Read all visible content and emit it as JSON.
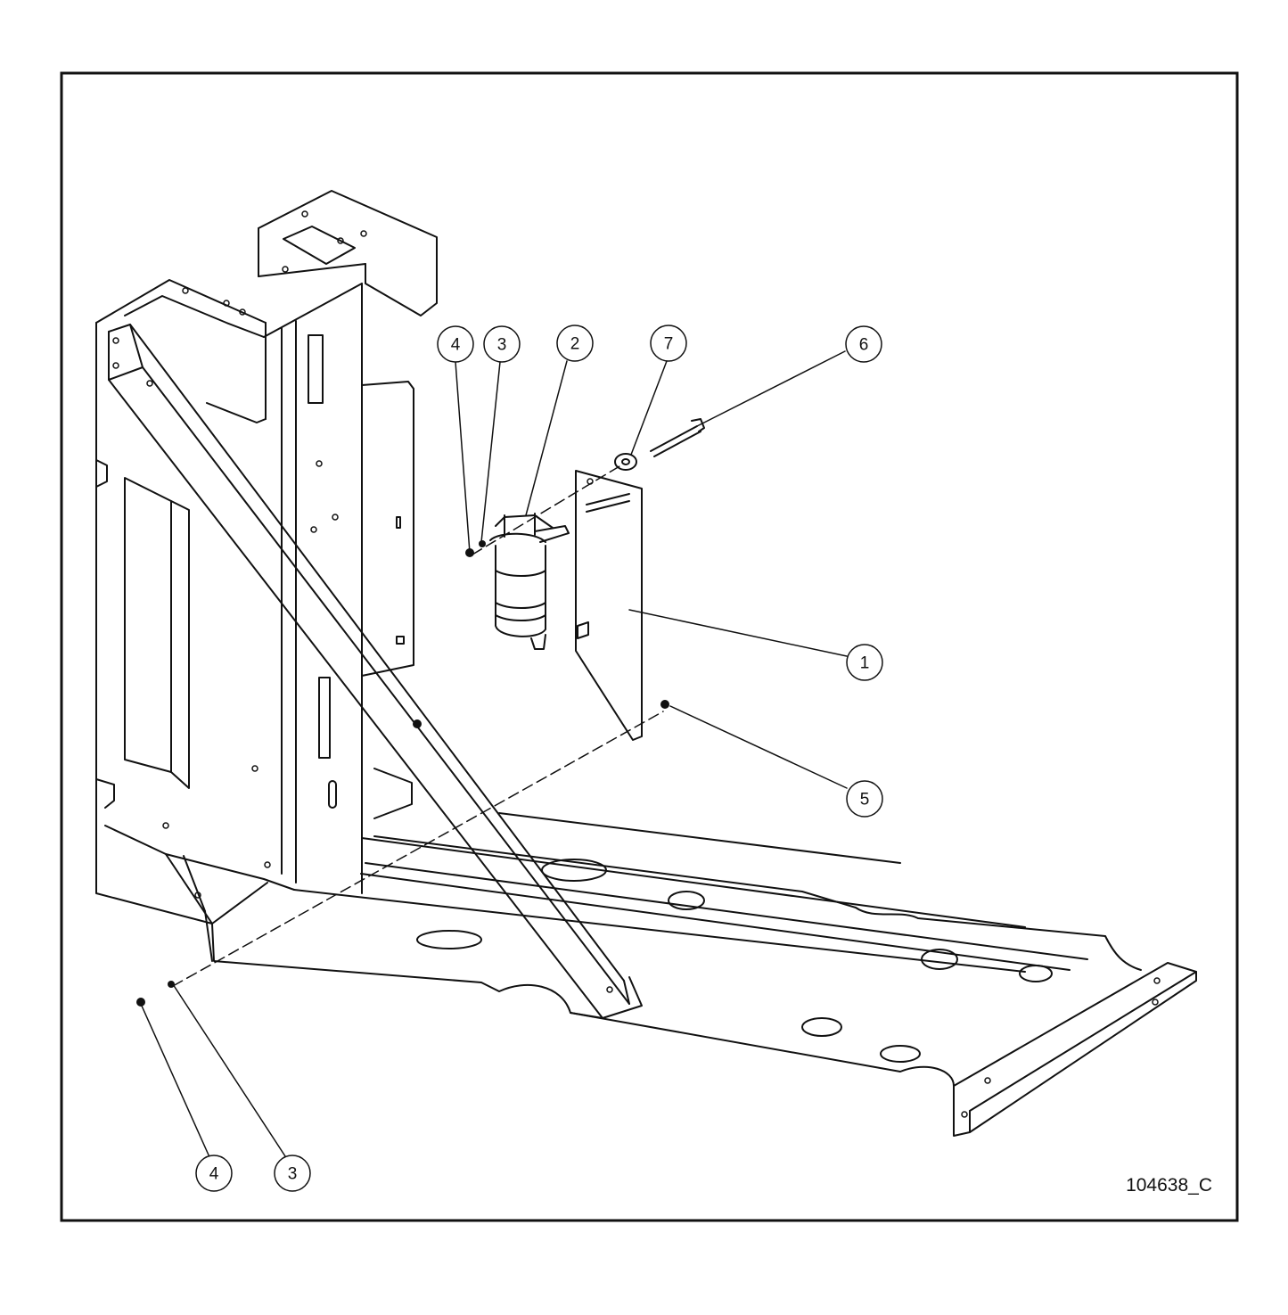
{
  "figure": {
    "id_label": "104638_C",
    "callouts": [
      {
        "key": "c4_top",
        "label": "4"
      },
      {
        "key": "c3_top",
        "label": "3"
      },
      {
        "key": "c2",
        "label": "2"
      },
      {
        "key": "c7",
        "label": "7"
      },
      {
        "key": "c6",
        "label": "6"
      },
      {
        "key": "c1",
        "label": "1"
      },
      {
        "key": "c5",
        "label": "5"
      },
      {
        "key": "c4_bottom",
        "label": "4"
      },
      {
        "key": "c3_bottom",
        "label": "3"
      }
    ]
  }
}
